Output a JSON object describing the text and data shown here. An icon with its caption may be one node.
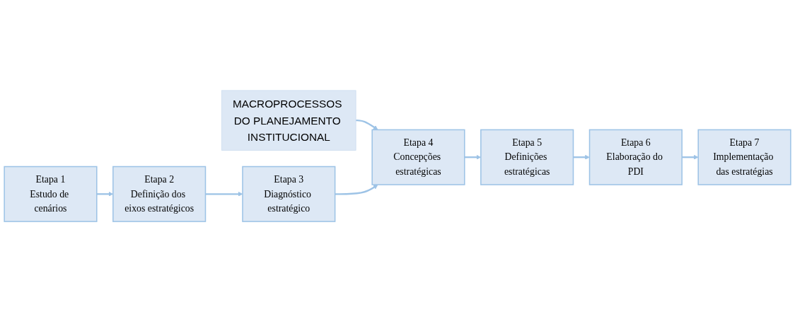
{
  "diagram": {
    "nodes": [
      {
        "text": [
          "MACROPROCESSOS DO PLANEJAMENTO INSTITUCIONAL"
        ]
      },
      {
        "text": [
          "Etapa 1",
          "Estudo de cenários"
        ]
      },
      {
        "text": [
          "Etapa 2",
          "Definição dos eixos estratégicos"
        ]
      },
      {
        "text": [
          "Etapa 3",
          "Diagnóstico estratégico"
        ]
      },
      {
        "text": [
          "Etapa 4",
          "Concepções estratégicas"
        ]
      },
      {
        "text": [
          "Etapa 5",
          "Definições estratégicas"
        ]
      },
      {
        "text": [
          "Etapa 6",
          "Elaboração do PDI"
        ]
      },
      {
        "text": [
          "Etapa 7",
          "Implementação das estratégias"
        ]
      }
    ],
    "edges": [
      {
        "from": 0,
        "to": 4,
        "arrow": "to"
      },
      {
        "from": 1,
        "to": 2,
        "arrow": "to"
      },
      {
        "from": 2,
        "to": 3,
        "arrow": "to"
      },
      {
        "from": 3,
        "to": 4,
        "arrow": "to"
      },
      {
        "from": 4,
        "to": 5,
        "arrow": "to"
      },
      {
        "from": 5,
        "to": 6,
        "arrow": "to"
      },
      {
        "from": 6,
        "to": 7,
        "arrow": "to"
      }
    ]
  }
}
